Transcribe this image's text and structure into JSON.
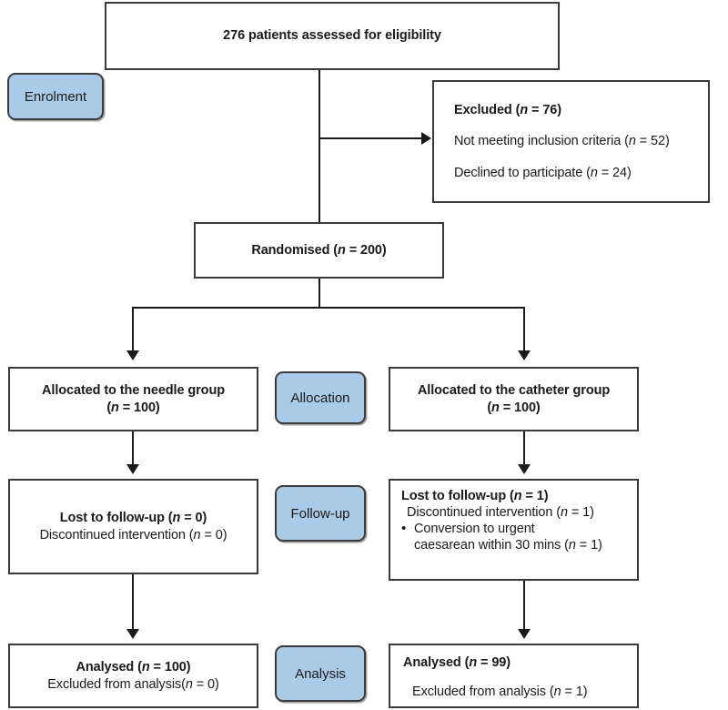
{
  "diagram": {
    "title": "CONSORT patient flow diagram",
    "accent_color": "#a9cbe8",
    "border_color": "#3b3b3b",
    "line_color": "#1a1a1a"
  },
  "stage_labels": {
    "enrolment": "Enrolment",
    "allocation": "Allocation",
    "followup": "Follow-up",
    "analysis": "Analysis"
  },
  "nodes": {
    "assessed": {
      "title": "276 patients assessed for eligibility"
    },
    "excluded": {
      "title": "Excluded (",
      "title_n": "n",
      "title_tail": " = 76)",
      "reason1": "Not meeting inclusion criteria (",
      "reason1_n": "n",
      "reason1_tail": " = 52)",
      "reason2": "Declined to participate (",
      "reason2_n": "n",
      "reason2_tail": " = 24)"
    },
    "randomised": {
      "title": "Randomised (",
      "title_n": "n",
      "title_tail": " = 200)"
    },
    "alloc_left": {
      "line1": "Allocated to the needle group",
      "line2_open": "(",
      "line2_n": "n",
      "line2_tail": " = 100)"
    },
    "alloc_right": {
      "line1": "Allocated to the catheter group",
      "line2_open": "(",
      "line2_n": "n",
      "line2_tail": " = 100)"
    },
    "follow_left": {
      "title": "Lost to follow-up (",
      "title_n": "n",
      "title_tail": " = 0)",
      "sub1": "Discontinued intervention (",
      "sub1_n": "n",
      "sub1_tail": " = 0)"
    },
    "follow_right": {
      "title": "Lost to follow-up (",
      "title_n": "n",
      "title_tail": " = 1)",
      "sub1": "Discontinued intervention (",
      "sub1_n": "n",
      "sub1_tail": " = 1)",
      "bullet_mark": "•",
      "bullet_line1": "Conversion to urgent",
      "bullet_line2": "caesarean within 30 mins (",
      "bullet_n": "n",
      "bullet_tail": " = 1)"
    },
    "analysed_left": {
      "title": "Analysed (",
      "title_n": "n",
      "title_tail": " = 100)",
      "sub1": "Excluded from analysis(",
      "sub1_n": "n",
      "sub1_tail": " = 0)"
    },
    "analysed_right": {
      "title": "Analysed (",
      "title_n": "n",
      "title_tail": " = 99)",
      "sub1": "Excluded from analysis (",
      "sub1_n": "n",
      "sub1_tail": " = 1)"
    }
  },
  "chart_data": {
    "type": "diagram",
    "title": "CONSORT flow diagram",
    "nodes": [
      {
        "id": "assessed",
        "stage": "enrolment",
        "label": "276 patients assessed for eligibility",
        "n": 276
      },
      {
        "id": "excluded",
        "stage": "enrolment",
        "label": "Excluded (n = 76)",
        "n": 76,
        "children": [
          "Not meeting inclusion criteria (n = 52)",
          "Declined to participate (n = 24)"
        ]
      },
      {
        "id": "randomised",
        "stage": "enrolment",
        "label": "Randomised (n = 200)",
        "n": 200
      },
      {
        "id": "alloc_left",
        "stage": "allocation",
        "label": "Allocated to the needle group (n = 100)",
        "n": 100
      },
      {
        "id": "alloc_right",
        "stage": "allocation",
        "label": "Allocated to the catheter group (n = 100)",
        "n": 100
      },
      {
        "id": "follow_left",
        "stage": "followup",
        "label": "Lost to follow-up (n = 0)",
        "n": 0,
        "children": [
          "Discontinued intervention (n = 0)"
        ]
      },
      {
        "id": "follow_right",
        "stage": "followup",
        "label": "Lost to follow-up (n = 1)",
        "n": 1,
        "children": [
          "Discontinued intervention (n = 1)",
          "Conversion to urgent caesarean within 30 mins (n = 1)"
        ]
      },
      {
        "id": "analysed_left",
        "stage": "analysis",
        "label": "Analysed (n = 100)",
        "n": 100,
        "children": [
          "Excluded from analysis(n = 0)"
        ]
      },
      {
        "id": "analysed_right",
        "stage": "analysis",
        "label": "Analysed (n = 99)",
        "n": 99,
        "children": [
          "Excluded from analysis (n = 1)"
        ]
      }
    ],
    "edges": [
      {
        "from": "assessed",
        "to": "excluded"
      },
      {
        "from": "assessed",
        "to": "randomised"
      },
      {
        "from": "randomised",
        "to": "alloc_left"
      },
      {
        "from": "randomised",
        "to": "alloc_right"
      },
      {
        "from": "alloc_left",
        "to": "follow_left"
      },
      {
        "from": "alloc_right",
        "to": "follow_right"
      },
      {
        "from": "follow_left",
        "to": "analysed_left"
      },
      {
        "from": "follow_right",
        "to": "analysed_right"
      }
    ]
  }
}
